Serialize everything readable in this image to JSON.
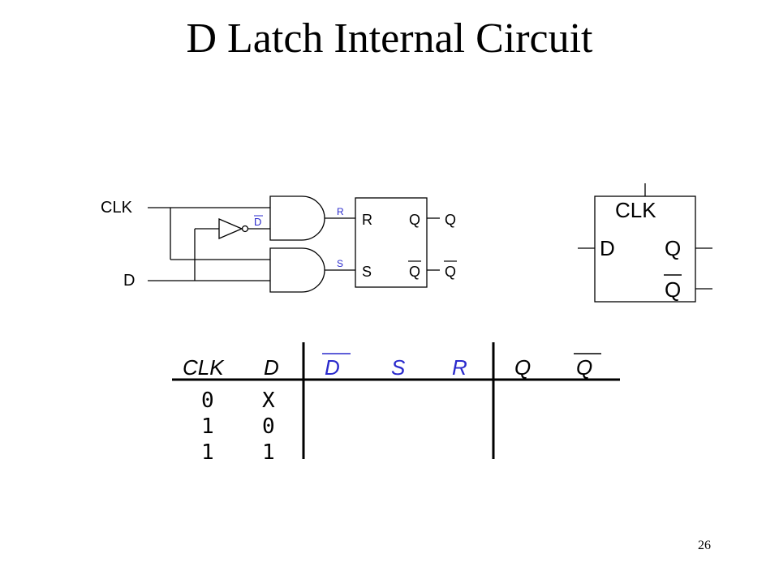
{
  "slide": {
    "title": "D Latch Internal Circuit",
    "page_number": "26"
  },
  "circuit": {
    "inputs": {
      "clk": "CLK",
      "d": "D"
    },
    "inverter_output": "D",
    "gate_outputs": {
      "r": "R",
      "s": "S"
    },
    "sr_latch": {
      "in_top": "R",
      "in_bottom": "S",
      "out_top": "Q",
      "out_bottom": "Q",
      "wire_top": "Q",
      "wire_bottom": "Q"
    }
  },
  "symbol": {
    "clk": "CLK",
    "d": "D",
    "q": "Q",
    "q_bar": "Q"
  },
  "truth_table": {
    "headers": [
      "CLK",
      "D",
      "D",
      "S",
      "R",
      "Q",
      "Q"
    ],
    "rows": [
      [
        "0",
        "X"
      ],
      [
        "1",
        "0"
      ],
      [
        "1",
        "1"
      ]
    ]
  },
  "colors": {
    "ink": "#000000",
    "annotation_blue": "#2a2acc"
  }
}
